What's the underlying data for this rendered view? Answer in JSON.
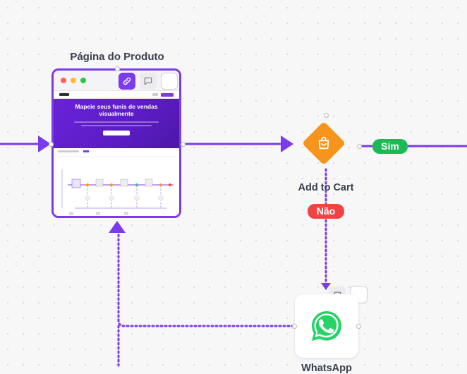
{
  "nodes": {
    "product_page": {
      "title": "Página do Produto",
      "thumbnail": {
        "hero_title": "Mapeie seus funis de vendas visualmente"
      }
    },
    "add_to_cart": {
      "title": "Add to Cart"
    },
    "whatsapp": {
      "title": "WhatsApp"
    }
  },
  "branches": {
    "yes_label": "Sim",
    "no_label": "Não"
  },
  "colors": {
    "accent": "#7c3aed",
    "diamond": "#f7941d",
    "yes": "#1db954",
    "no": "#ef4444",
    "whatsapp": "#25d366"
  },
  "icons": {
    "link": "link-icon",
    "comment": "comment-icon",
    "cart": "shopping-bag-icon",
    "whatsapp": "whatsapp-icon"
  }
}
